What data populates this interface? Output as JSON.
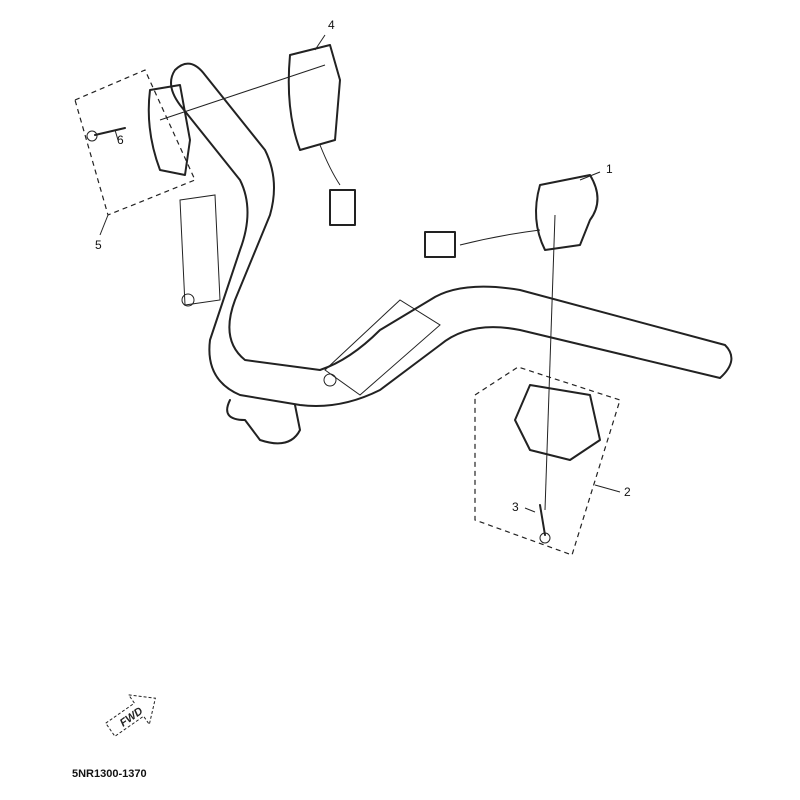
{
  "diagram": {
    "callouts": [
      "1",
      "2",
      "3",
      "4",
      "5",
      "6"
    ],
    "fwd_label": "FWD",
    "part_code": "5NR1300-1370"
  }
}
